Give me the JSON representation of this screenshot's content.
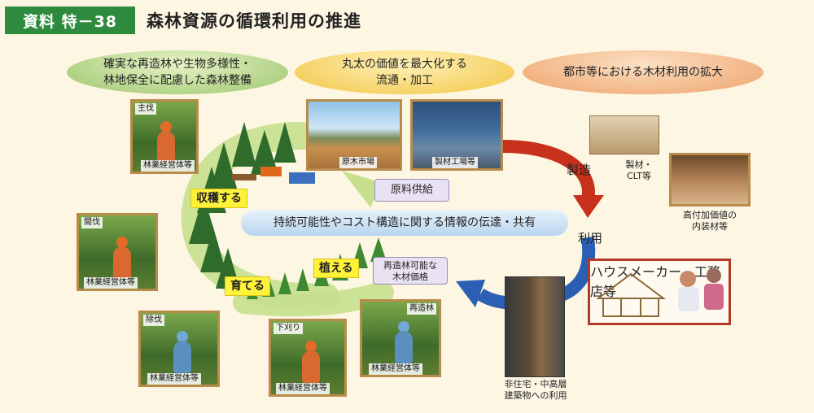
{
  "header": {
    "badge": "資料 特－38",
    "title": "森林資源の循環利用の推進"
  },
  "bubbles": {
    "forest_l1": "確実な再造林や生物多様性・",
    "forest_l2": "林地保全に配慮した森林整備",
    "lumber_l1": "丸太の価値を最大化する",
    "lumber_l2": "流通・加工",
    "city": "都市等における木材利用の拡大"
  },
  "tiles": {
    "shubatsu": "主伐",
    "shubatsu_org": "林業経営体等",
    "kanbatsu": "間伐",
    "kanbatsu_org": "林業経営体等",
    "jobatsu": "除伐",
    "jobatsu_org": "林業経営体等",
    "shitagari": "下刈り",
    "shitagari_org": "林業経営体等",
    "saizourin": "再造林",
    "saizourin_org": "林業経営体等",
    "genboku": "原木市場",
    "seizai": "製材工場等"
  },
  "cycle": {
    "harvest": "収穫する",
    "grow": "育てる",
    "plant": "植える",
    "supply": "原料供給",
    "price_l1": "再造林可能な",
    "price_l2": "木材価格",
    "info": "持続可能性やコスト構造に関する情報の伝達・共有",
    "manufacture": "製造",
    "use": "利用"
  },
  "products": {
    "lumber_l1": "製材・",
    "lumber_l2": "CLT等",
    "interior_l1": "高付加価値の",
    "interior_l2": "内装材等",
    "house": "ハウスメーカー、工務店等",
    "building_l1": "非住宅・中高層",
    "building_l2": "建築物への利用"
  },
  "colors": {
    "badge": "#2e8b3e",
    "harvest_label": "#fff23a",
    "cycle_green": "#b5d97a",
    "arrow_red": "#c8321c",
    "arrow_blue": "#2b5fb3"
  }
}
